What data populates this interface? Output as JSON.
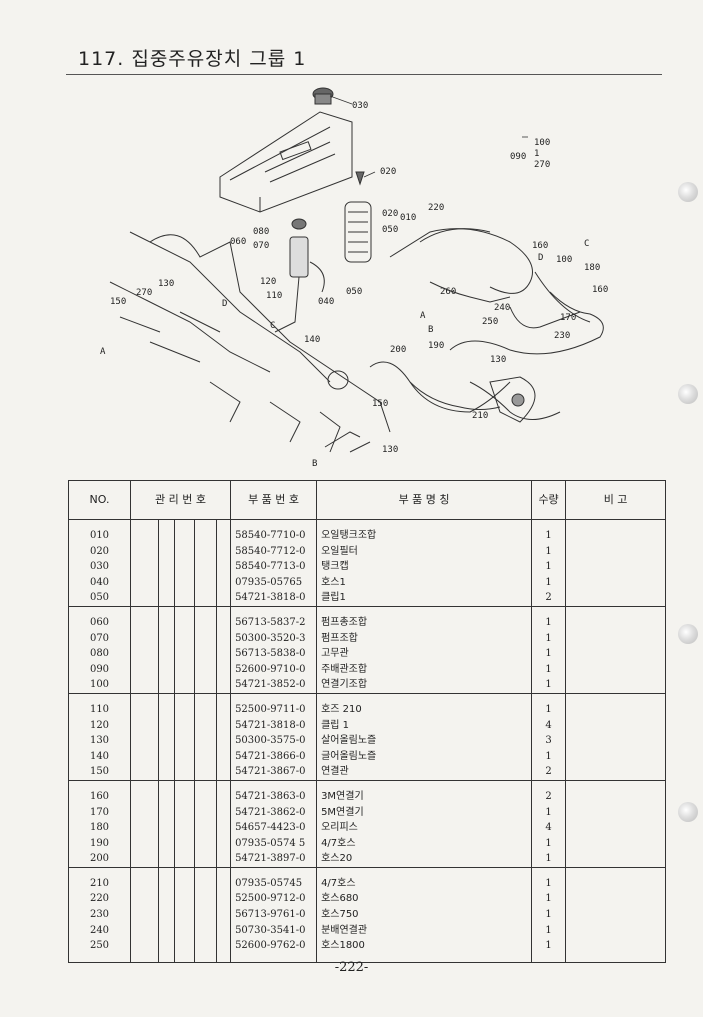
{
  "title": "117. 집중주유장치 그룹 1",
  "diagram_labels": [
    "030",
    "020",
    "090",
    "100",
    "270",
    "010",
    "020",
    "050",
    "220",
    "080",
    "060",
    "070",
    "160",
    "D",
    "100",
    "C",
    "180",
    "120",
    "110",
    "040",
    "050",
    "260",
    "160",
    "240",
    "250",
    "170",
    "230",
    "130",
    "270",
    "150",
    "A",
    "B",
    "D",
    "C",
    "140",
    "200",
    "190",
    "130",
    "150",
    "210",
    "130",
    "B",
    "1",
    "A"
  ],
  "table": {
    "headers": {
      "no": "NO.",
      "mgmt": "관 리 번 호",
      "part_no": "부 품 번 호",
      "name": "부   품   명   칭",
      "qty": "수량",
      "note": "비   고"
    },
    "groups": [
      [
        {
          "no": "010",
          "part_no": "58540-7710-0",
          "name": "오일탱크조합",
          "qty": "1"
        },
        {
          "no": "020",
          "part_no": "58540-7712-0",
          "name": "오일필터",
          "qty": "1"
        },
        {
          "no": "030",
          "part_no": "58540-7713-0",
          "name": "탱크캡",
          "qty": "1"
        },
        {
          "no": "040",
          "part_no": "07935-05765",
          "name": "호스1",
          "qty": "1"
        },
        {
          "no": "050",
          "part_no": "54721-3818-0",
          "name": "클립1",
          "qty": "2"
        }
      ],
      [
        {
          "no": "060",
          "part_no": "56713-5837-2",
          "name": "펌프총조합",
          "qty": "1"
        },
        {
          "no": "070",
          "part_no": "50300-3520-3",
          "name": "펌프조합",
          "qty": "1"
        },
        {
          "no": "080",
          "part_no": "56713-5838-0",
          "name": "고무관",
          "qty": "1"
        },
        {
          "no": "090",
          "part_no": "52600-9710-0",
          "name": "주배관조합",
          "qty": "1"
        },
        {
          "no": "100",
          "part_no": "54721-3852-0",
          "name": "연결기조합",
          "qty": "1"
        }
      ],
      [
        {
          "no": "110",
          "part_no": "52500-9711-0",
          "name": "호즈 210",
          "qty": "1"
        },
        {
          "no": "120",
          "part_no": "54721-3818-0",
          "name": "클립 1",
          "qty": "4"
        },
        {
          "no": "130",
          "part_no": "50300-3575-0",
          "name": "살어올림노즐",
          "qty": "3"
        },
        {
          "no": "140",
          "part_no": "54721-3866-0",
          "name": "글어올림노즐",
          "qty": "1"
        },
        {
          "no": "150",
          "part_no": "54721-3867-0",
          "name": "연결관",
          "qty": "2"
        }
      ],
      [
        {
          "no": "160",
          "part_no": "54721-3863-0",
          "name": "3M연결기",
          "qty": "2"
        },
        {
          "no": "170",
          "part_no": "54721-3862-0",
          "name": "5M연결기",
          "qty": "1"
        },
        {
          "no": "180",
          "part_no": "54657-4423-0",
          "name": "오리피스",
          "qty": "4"
        },
        {
          "no": "190",
          "part_no": "07935-0574 5",
          "name": "4/7호스",
          "qty": "1"
        },
        {
          "no": "200",
          "part_no": "54721-3897-0",
          "name": "호스20",
          "qty": "1"
        }
      ],
      [
        {
          "no": "210",
          "part_no": "07935-05745",
          "name": "4/7호스",
          "qty": "1"
        },
        {
          "no": "220",
          "part_no": "52500-9712-0",
          "name": "호스680",
          "qty": "1"
        },
        {
          "no": "230",
          "part_no": "56713-9761-0",
          "name": "호스750",
          "qty": "1"
        },
        {
          "no": "240",
          "part_no": "50730-3541-0",
          "name": "분배연결관",
          "qty": "1"
        },
        {
          "no": "250",
          "part_no": "52600-9762-0",
          "name": "호스1800",
          "qty": "1"
        }
      ]
    ]
  },
  "page_number": "-222-"
}
